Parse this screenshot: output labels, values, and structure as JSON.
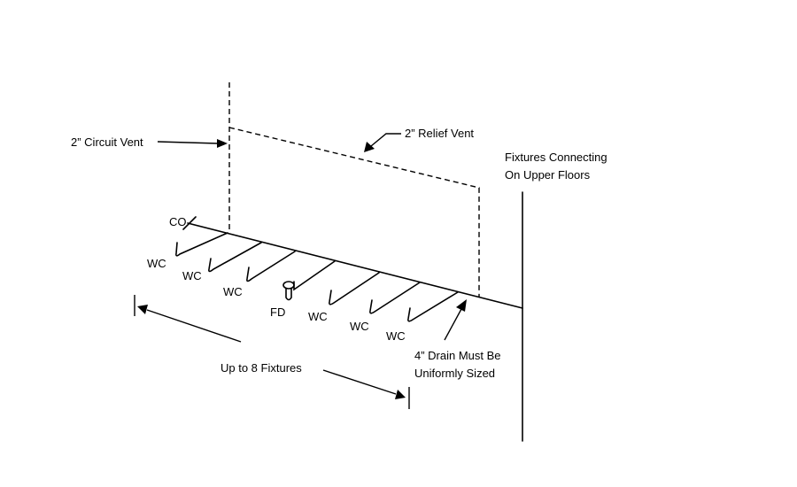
{
  "labels": {
    "circuit_vent": "2” Circuit Vent",
    "relief_vent": "2” Relief Vent",
    "upper_floors_line1": "Fixtures Connecting",
    "upper_floors_line2": "On Upper Floors",
    "cleanout": "CO",
    "floor_drain": "FD",
    "water_closet": "WC",
    "fixture_limit": "Up to 8 Fixtures",
    "drain_note_line1": "4” Drain Must Be",
    "drain_note_line2": "Uniformly Sized"
  },
  "fixtures": [
    {
      "type": "WC"
    },
    {
      "type": "WC"
    },
    {
      "type": "WC"
    },
    {
      "type": "FD"
    },
    {
      "type": "WC"
    },
    {
      "type": "WC"
    },
    {
      "type": "WC"
    }
  ]
}
